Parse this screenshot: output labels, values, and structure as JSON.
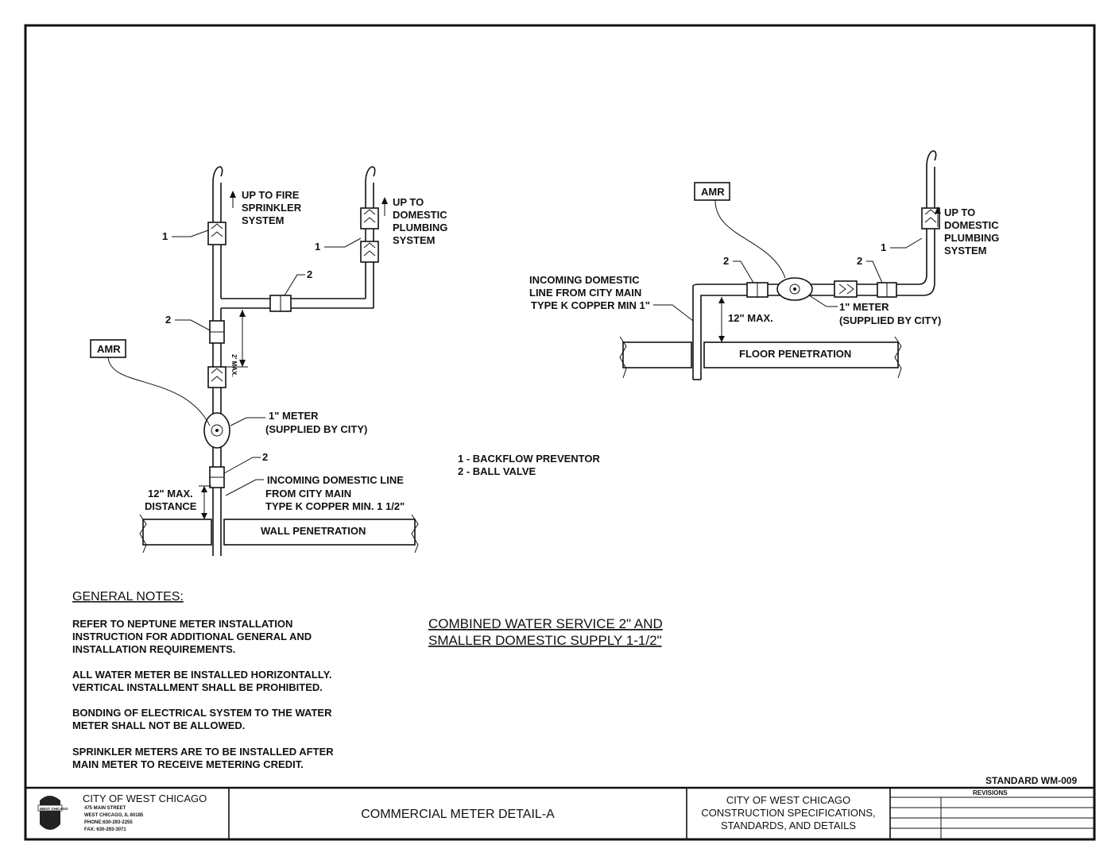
{
  "left_diagram": {
    "up_fire": [
      "UP TO FIRE",
      "SPRINKLER",
      "SYSTEM"
    ],
    "up_domestic": [
      "UP TO",
      "DOMESTIC",
      "PLUMBING",
      "SYSTEM"
    ],
    "callout_1a": "1",
    "callout_1b": "1",
    "callout_2a": "2",
    "callout_2b": "2",
    "callout_2c": "2",
    "amr": "AMR",
    "dim_vertical": "2' MAX.",
    "meter": [
      "1\" METER",
      "(SUPPLIED BY CITY)"
    ],
    "max_distance": [
      "12\" MAX.",
      "DISTANCE"
    ],
    "incoming": [
      "INCOMING DOMESTIC LINE",
      "FROM CITY MAIN",
      "TYPE K COPPER MIN. 1 1/2\""
    ],
    "wall": "WALL PENETRATION"
  },
  "right_diagram": {
    "amr": "AMR",
    "up_domestic": [
      "UP TO",
      "DOMESTIC",
      "PLUMBING",
      "SYSTEM"
    ],
    "callout_1": "1",
    "callout_2a": "2",
    "callout_2b": "2",
    "incoming": [
      "INCOMING DOMESTIC",
      "LINE FROM CITY MAIN",
      "TYPE K COPPER MIN 1\""
    ],
    "max": "12\" MAX.",
    "meter": [
      "1\" METER",
      "(SUPPLIED BY CITY)"
    ],
    "floor": "FLOOR PENETRATION"
  },
  "legend": [
    "1 - BACKFLOW PREVENTOR",
    "2 - BALL VALVE"
  ],
  "notes": {
    "heading": "GENERAL NOTES:",
    "lines": [
      "REFER TO NEPTUNE METER INSTALLATION",
      "INSTRUCTION FOR ADDITIONAL GENERAL AND",
      "INSTALLATION REQUIREMENTS.",
      "ALL WATER METER BE INSTALLED HORIZONTALLY.",
      "VERTICAL INSTALLMENT SHALL BE PROHIBITED.",
      "BONDING OF ELECTRICAL SYSTEM TO THE WATER",
      "METER SHALL NOT BE ALLOWED.",
      "SPRINKLER METERS ARE TO BE INSTALLED AFTER",
      "MAIN METER TO RECEIVE METERING CREDIT."
    ]
  },
  "drawing_title": [
    "COMBINED WATER SERVICE 2\" AND",
    "SMALLER DOMESTIC SUPPLY 1-1/2\""
  ],
  "standard_no": "STANDARD WM-009",
  "title_block": {
    "org": "CITY OF WEST CHICAGO",
    "address": [
      "475 MAIN STREET",
      "WEST CHICAGO, IL 60185",
      "PHONE:630-293-2255",
      "FAX: 630-293-3071"
    ],
    "title": "COMMERCIAL METER DETAIL-A",
    "spec": [
      "CITY OF WEST CHICAGO",
      "CONSTRUCTION SPECIFICATIONS,",
      "STANDARDS, AND DETAILS"
    ],
    "revisions": "REVISIONS",
    "seal_text": "WEST CHICAGO"
  }
}
